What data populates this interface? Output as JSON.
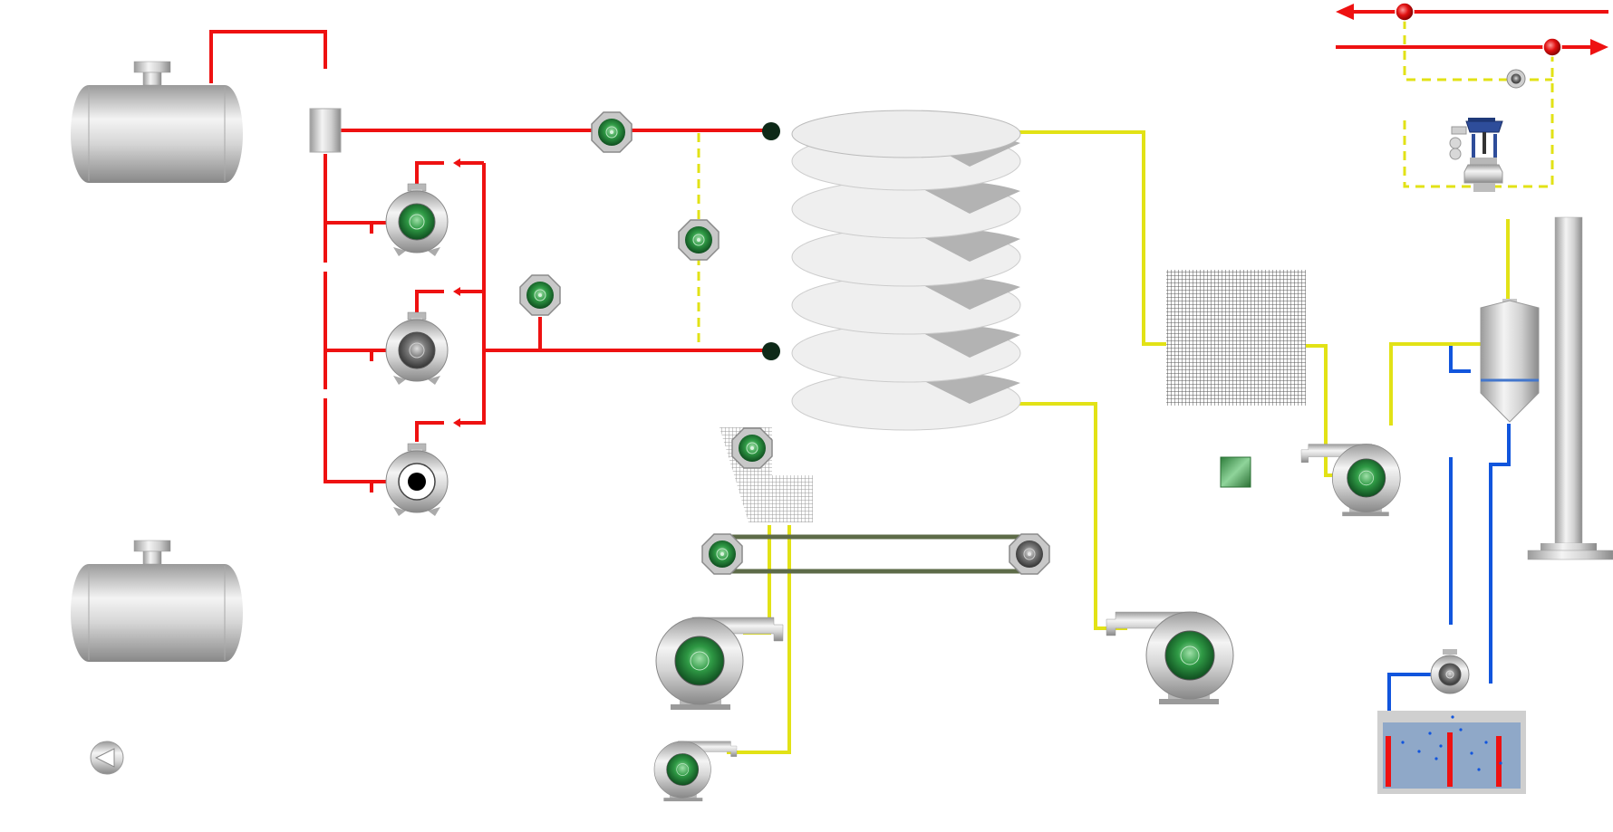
{
  "colors": {
    "hot_line": "#ee1111",
    "process_line": "#e2e216",
    "water_line": "#1155dd",
    "conveyor": "#5d6b48",
    "indicator_on": "#2e8b3e",
    "indicator_off": "#6a6a6a",
    "steel_light": "#f0f0f0",
    "steel_dark": "#8a8a8a",
    "tank_water": "#8fa8c8"
  },
  "equipment": {
    "storage_tanks": [
      {
        "id": "tank-upper",
        "icon": "horizontal-tank"
      },
      {
        "id": "tank-lower",
        "icon": "horizontal-tank"
      }
    ],
    "centrifugal_pumps": [
      {
        "id": "pump-1",
        "icon": "centrifugal-pump",
        "state": "running"
      },
      {
        "id": "pump-2",
        "icon": "centrifugal-pump",
        "state": "stopped"
      },
      {
        "id": "pump-3",
        "icon": "centrifugal-pump",
        "state": "open"
      }
    ],
    "blowers": [
      {
        "id": "blower-feed-1",
        "icon": "blower",
        "state": "running"
      },
      {
        "id": "blower-feed-2",
        "icon": "blower",
        "state": "running"
      },
      {
        "id": "blower-dryer",
        "icon": "blower",
        "state": "running"
      },
      {
        "id": "blower-filter",
        "icon": "blower",
        "state": "running"
      }
    ],
    "valves": [
      {
        "id": "valve-main",
        "icon": "octagon-valve",
        "state": "open"
      },
      {
        "id": "valve-bypass",
        "icon": "octagon-valve",
        "state": "open"
      },
      {
        "id": "valve-return",
        "icon": "octagon-valve",
        "state": "open"
      },
      {
        "id": "valve-hopper",
        "icon": "octagon-valve",
        "state": "open"
      },
      {
        "id": "valve-conveyor-left",
        "icon": "octagon-valve",
        "state": "open"
      },
      {
        "id": "valve-conveyor-right",
        "icon": "octagon-valve",
        "state": "closed"
      }
    ],
    "spiral_dryer_turns": 6,
    "control_valve": {
      "icon": "pneumatic-control-valve"
    },
    "cyclone": {
      "icon": "cyclone-separator"
    },
    "stack": {
      "icon": "exhaust-stack"
    },
    "basin": {
      "icon": "water-basin"
    },
    "filter": {
      "icon": "mesh-filter"
    },
    "status_lamp": {
      "icon": "status-lamp",
      "state": "on"
    },
    "start_button": {
      "icon": "play-button"
    }
  }
}
